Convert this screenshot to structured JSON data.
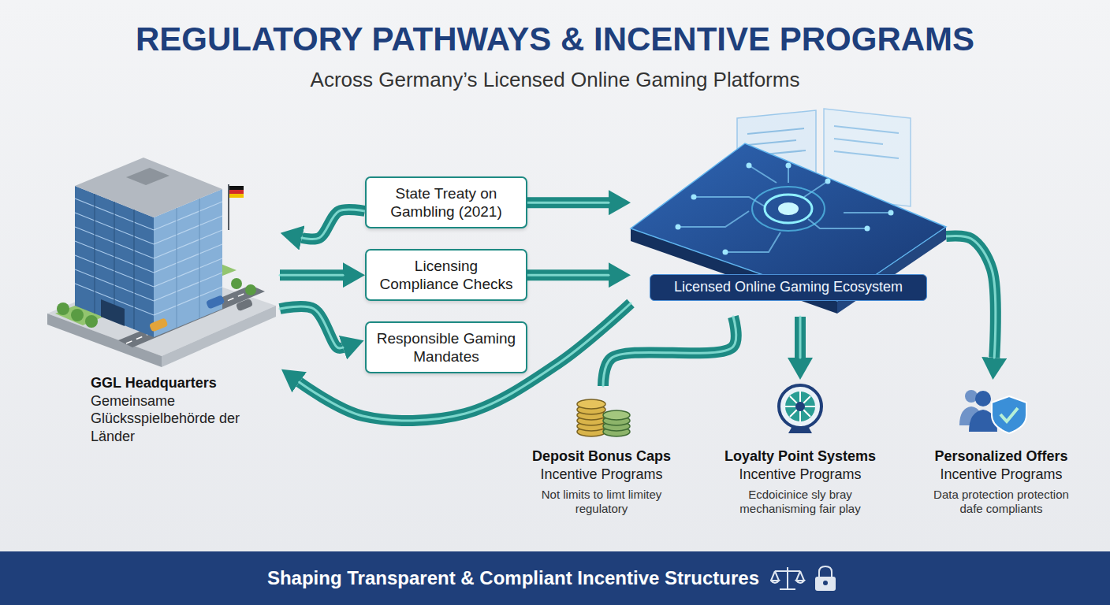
{
  "diagram": {
    "title": "REGULATORY PATHWAYS & INCENTIVE PROGRAMS",
    "caption": "Shaping Transparent & Compliant Incentive Structures",
    "nodes": [
      {
        "text": [
          "GGL Headquarters",
          "Gemeinsame Glücksspielbehörde der Länder"
        ]
      },
      {
        "text": [
          "State Treaty on Gambling (2021)"
        ]
      },
      {
        "text": [
          "Licensing Compliance Checks"
        ]
      },
      {
        "text": [
          "Responsible Gaming Mandates"
        ]
      },
      {
        "text": [
          "Licensed Online Gaming Ecosystem"
        ]
      },
      {
        "text": [
          "Deposit Bonus Caps",
          "Incentive Programs",
          "Not limits to limt limitey regulatory"
        ]
      },
      {
        "text": [
          "Loyalty Point Systems",
          "Incentive Programs",
          "Ecdoicinice sly bray mechanisming fair play"
        ]
      },
      {
        "text": [
          "Personalized Offers",
          "Incentive Programs",
          "Data protection protection dafe compliants"
        ]
      }
    ],
    "edges": [
      {
        "from": 1,
        "to": 4,
        "arrow": "to"
      },
      {
        "from": 1,
        "to": 0,
        "arrow": "to"
      },
      {
        "from": 0,
        "to": 2,
        "arrow": "to"
      },
      {
        "from": 2,
        "to": 4,
        "arrow": "to"
      },
      {
        "from": 0,
        "to": 3,
        "arrow": "to"
      },
      {
        "from": 4,
        "to": 0,
        "arrow": "to"
      },
      {
        "from": 4,
        "to": 5,
        "arrow": "none"
      },
      {
        "from": 4,
        "to": 6,
        "arrow": "to"
      },
      {
        "from": 4,
        "to": 7,
        "arrow": "to"
      }
    ],
    "labels": [
      "Across Germany’s Licensed Online Gaming Platforms"
    ]
  }
}
